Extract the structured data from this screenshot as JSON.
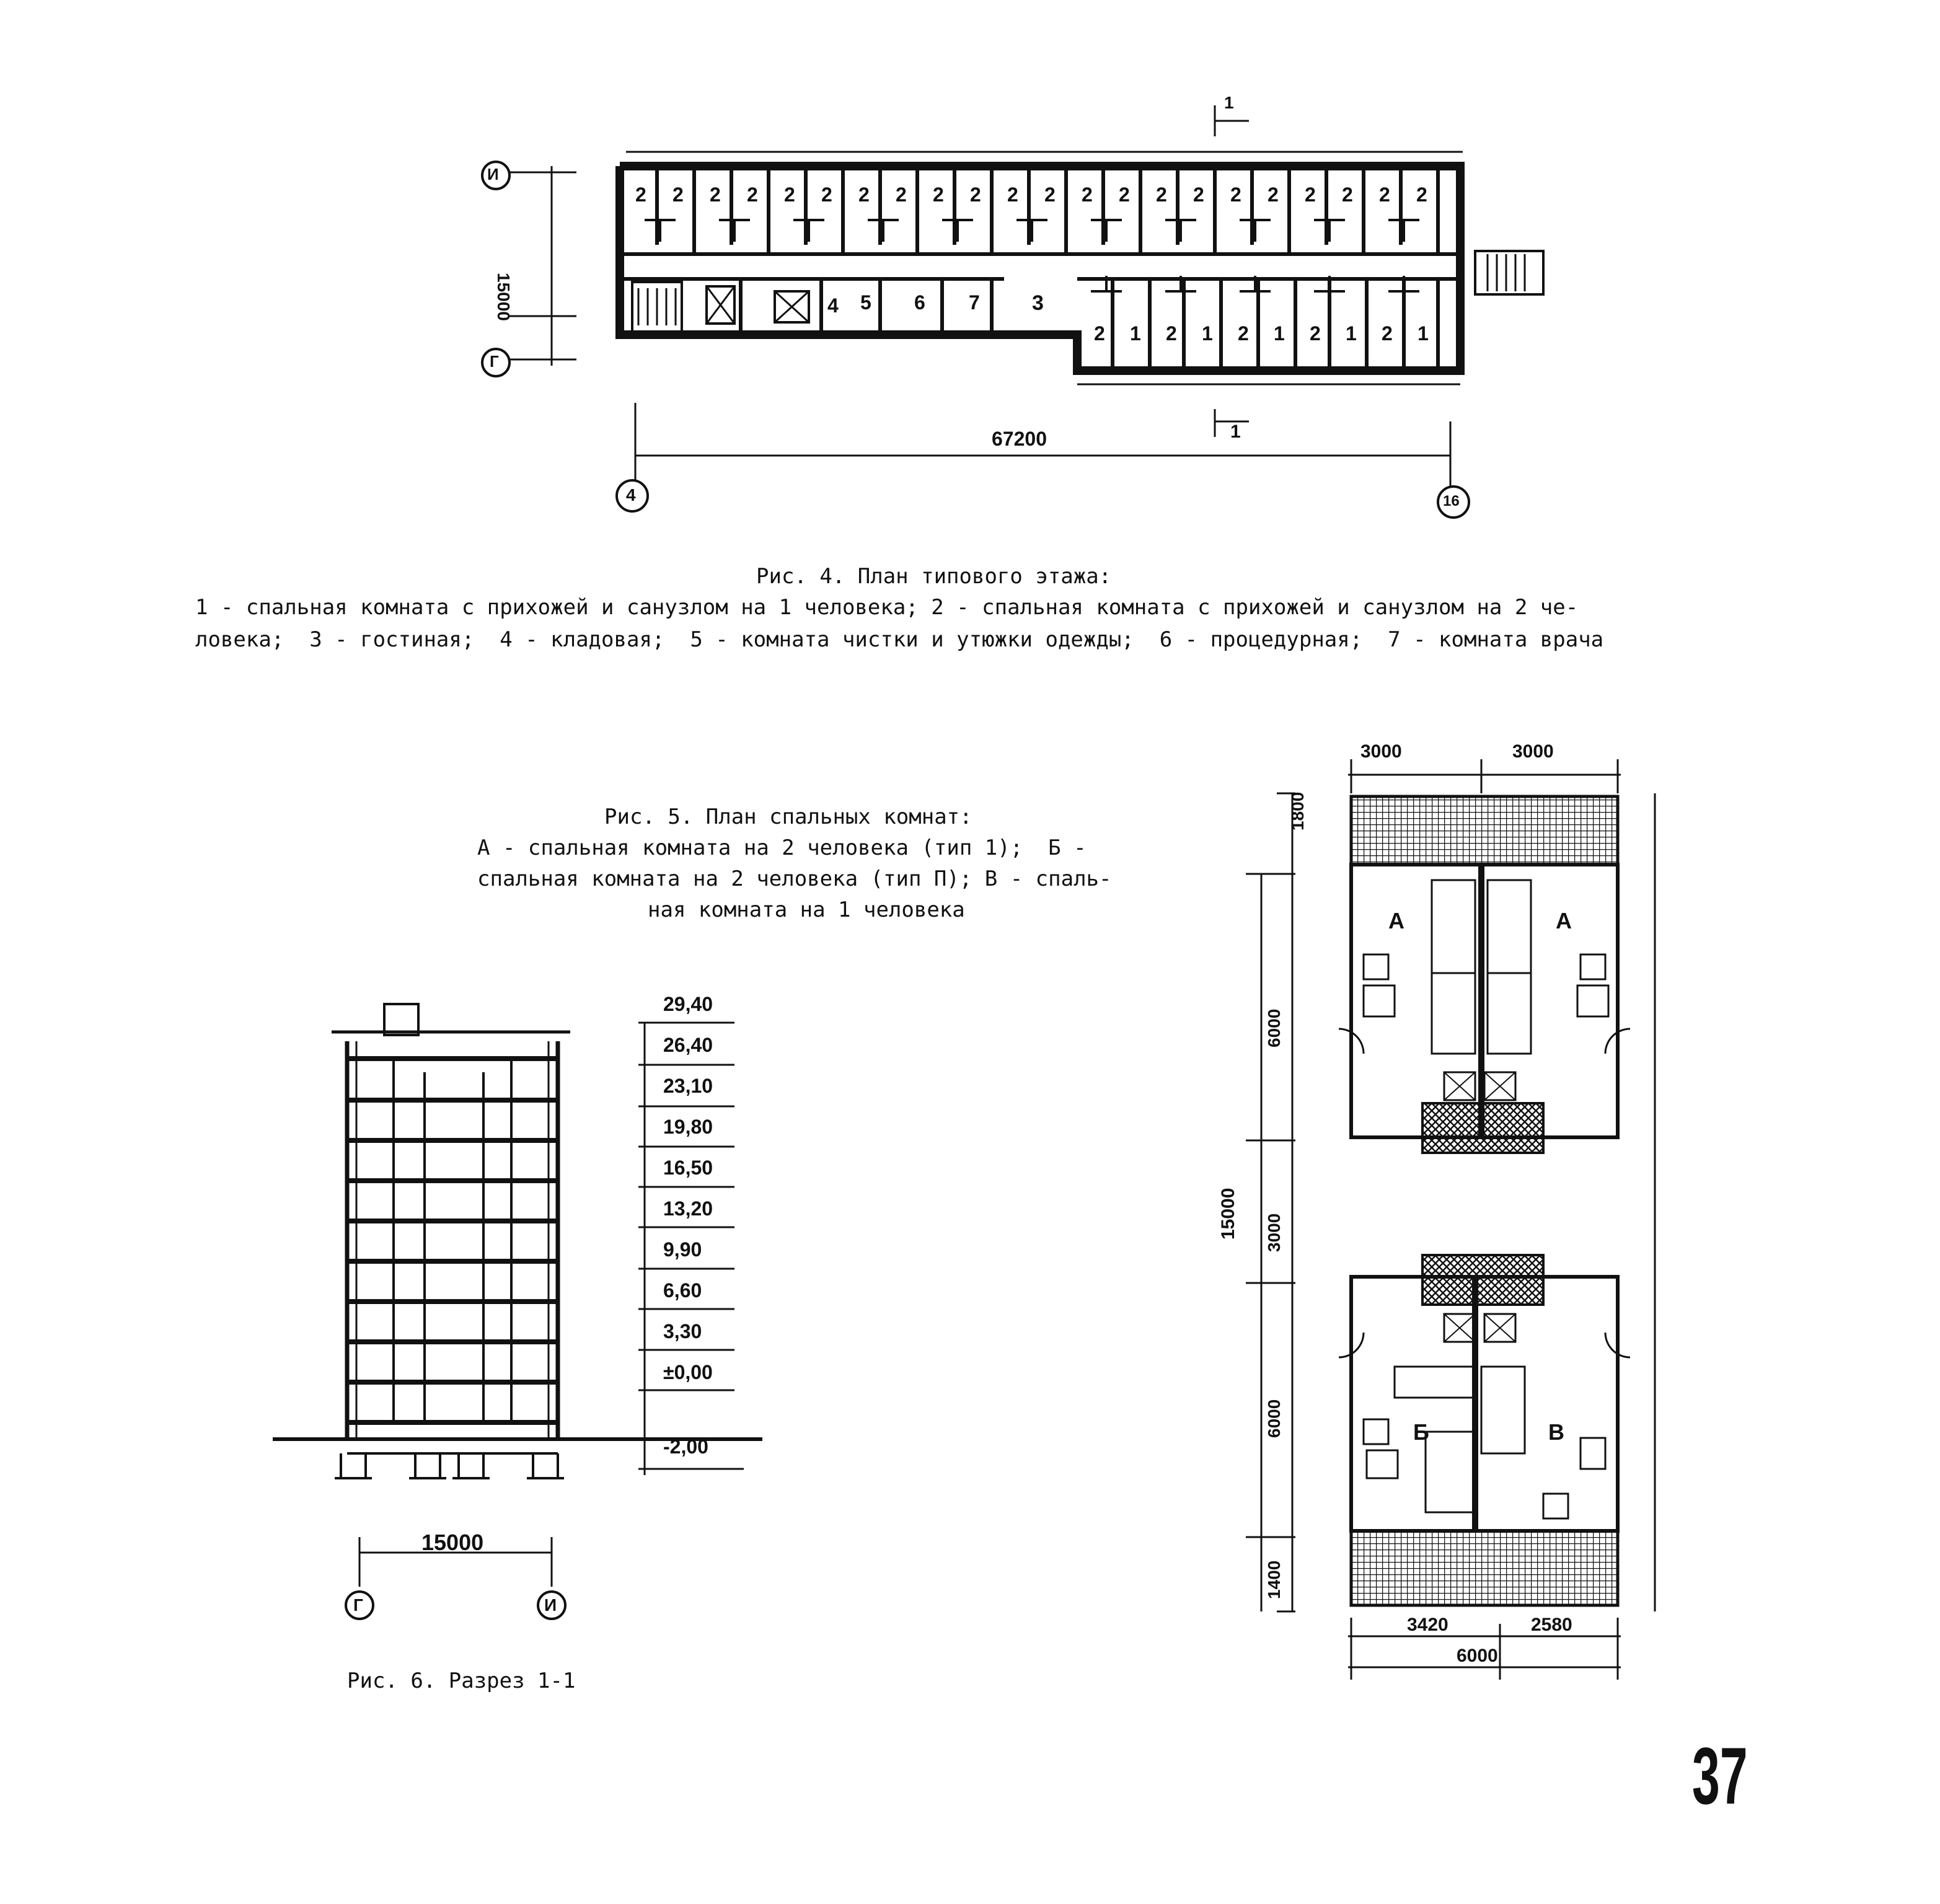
{
  "fig4": {
    "caption_title": "Рис. 4. План типового этажа:",
    "caption_line1": "1 - спальная комната с прихожей и санузлом на 1 человека; 2 - спальная комната с прихожей и санузлом на 2 че-",
    "caption_line2": "ловека;  3 - гостиная;  4 - кладовая;  5 - комната чистки и утюжки одежды;  6 - процедурная;  7 - комната врача",
    "axis_top": "И",
    "axis_bottom": "Г",
    "axis_left": "4",
    "axis_right": "16",
    "dim_depth": "15000",
    "dim_length": "67200",
    "section_label": "1",
    "top_room_labels": [
      "2",
      "2",
      "2",
      "2",
      "2",
      "2",
      "2",
      "2",
      "2",
      "2",
      "2",
      "2",
      "2",
      "2",
      "2",
      "2",
      "2",
      "2",
      "2",
      "2",
      "2",
      "2"
    ],
    "service_labels": [
      "4",
      "5",
      "6",
      "7",
      "3"
    ],
    "bottom_room_labels": [
      "2",
      "1",
      "2",
      "1",
      "2",
      "1",
      "2",
      "1",
      "2",
      "1"
    ]
  },
  "fig5": {
    "caption_title": "Рис. 5. План спальных комнат:",
    "caption_line1": "А - спальная комната на 2 человека (тип 1);  Б -",
    "caption_line2": "спальная комната на 2 человека (тип П); В - спаль-",
    "caption_line3": "ная комната на 1 человека",
    "dim_top_left": "3000",
    "dim_top_right": "3000",
    "dim_total_depth": "15000",
    "dim_segments": [
      "1800",
      "6000",
      "3000",
      "6000",
      "1400"
    ],
    "dim_bottom_left": "3420",
    "dim_bottom_right": "2580",
    "dim_bottom_total": "6000",
    "room_labels": [
      "А",
      "А",
      "Б",
      "В"
    ]
  },
  "fig6": {
    "caption": "Рис. 6. Разрез 1-1",
    "levels": [
      "29,40",
      "26,40",
      "23,10",
      "19,80",
      "16,50",
      "13,20",
      "9,90",
      "6,60",
      "3,30",
      "±0,00",
      "-2,00"
    ],
    "dim_width": "15000",
    "axis_left": "Г",
    "axis_right": "И"
  },
  "page_number": "37"
}
